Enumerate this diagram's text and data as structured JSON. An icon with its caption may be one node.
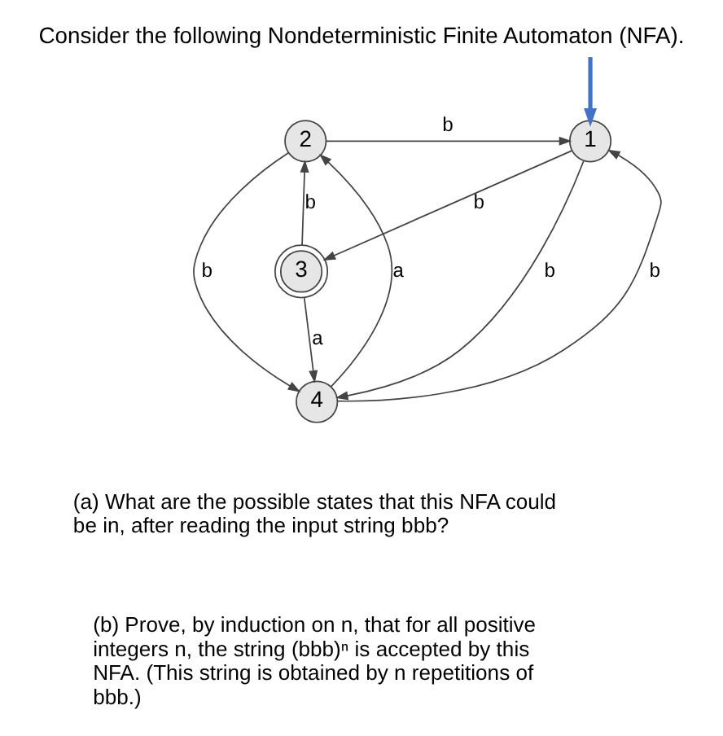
{
  "diagram": {
    "title": "Consider the following Nondeterministic Finite Automaton (NFA).",
    "nodes": [
      {
        "text": [
          "1"
        ]
      },
      {
        "text": [
          "2"
        ]
      },
      {
        "text": [
          "3"
        ]
      },
      {
        "text": [
          "4"
        ]
      }
    ],
    "edges": [
      {
        "from": null,
        "to": 0,
        "arrow": "to",
        "color": "#4472c4",
        "style": "thick"
      },
      {
        "from": 1,
        "to": 0,
        "arrow": "to",
        "label": "b"
      },
      {
        "from": 0,
        "to": 2,
        "arrow": "to",
        "label": "b"
      },
      {
        "from": 2,
        "to": 1,
        "arrow": "to",
        "label": "b"
      },
      {
        "from": 0,
        "to": 3,
        "arrow": "to",
        "label": "b"
      },
      {
        "from": 1,
        "to": 3,
        "arrow": "to",
        "label": "b"
      },
      {
        "from": 2,
        "to": 3,
        "arrow": "to",
        "label": "a"
      },
      {
        "from": 3,
        "to": 0,
        "arrow": "to",
        "label": "b"
      },
      {
        "from": 3,
        "to": 1,
        "arrow": "to",
        "label": "a"
      }
    ],
    "labels": [
      "(a) What are the possible states that this NFA could be in, after reading the input string bbb?",
      "(b) Prove, by induction on n, that for all positive integers n, the string (bbb)ⁿ is accepted by this NFA. (This string is obtained by n repetitions of bbb.)"
    ]
  }
}
